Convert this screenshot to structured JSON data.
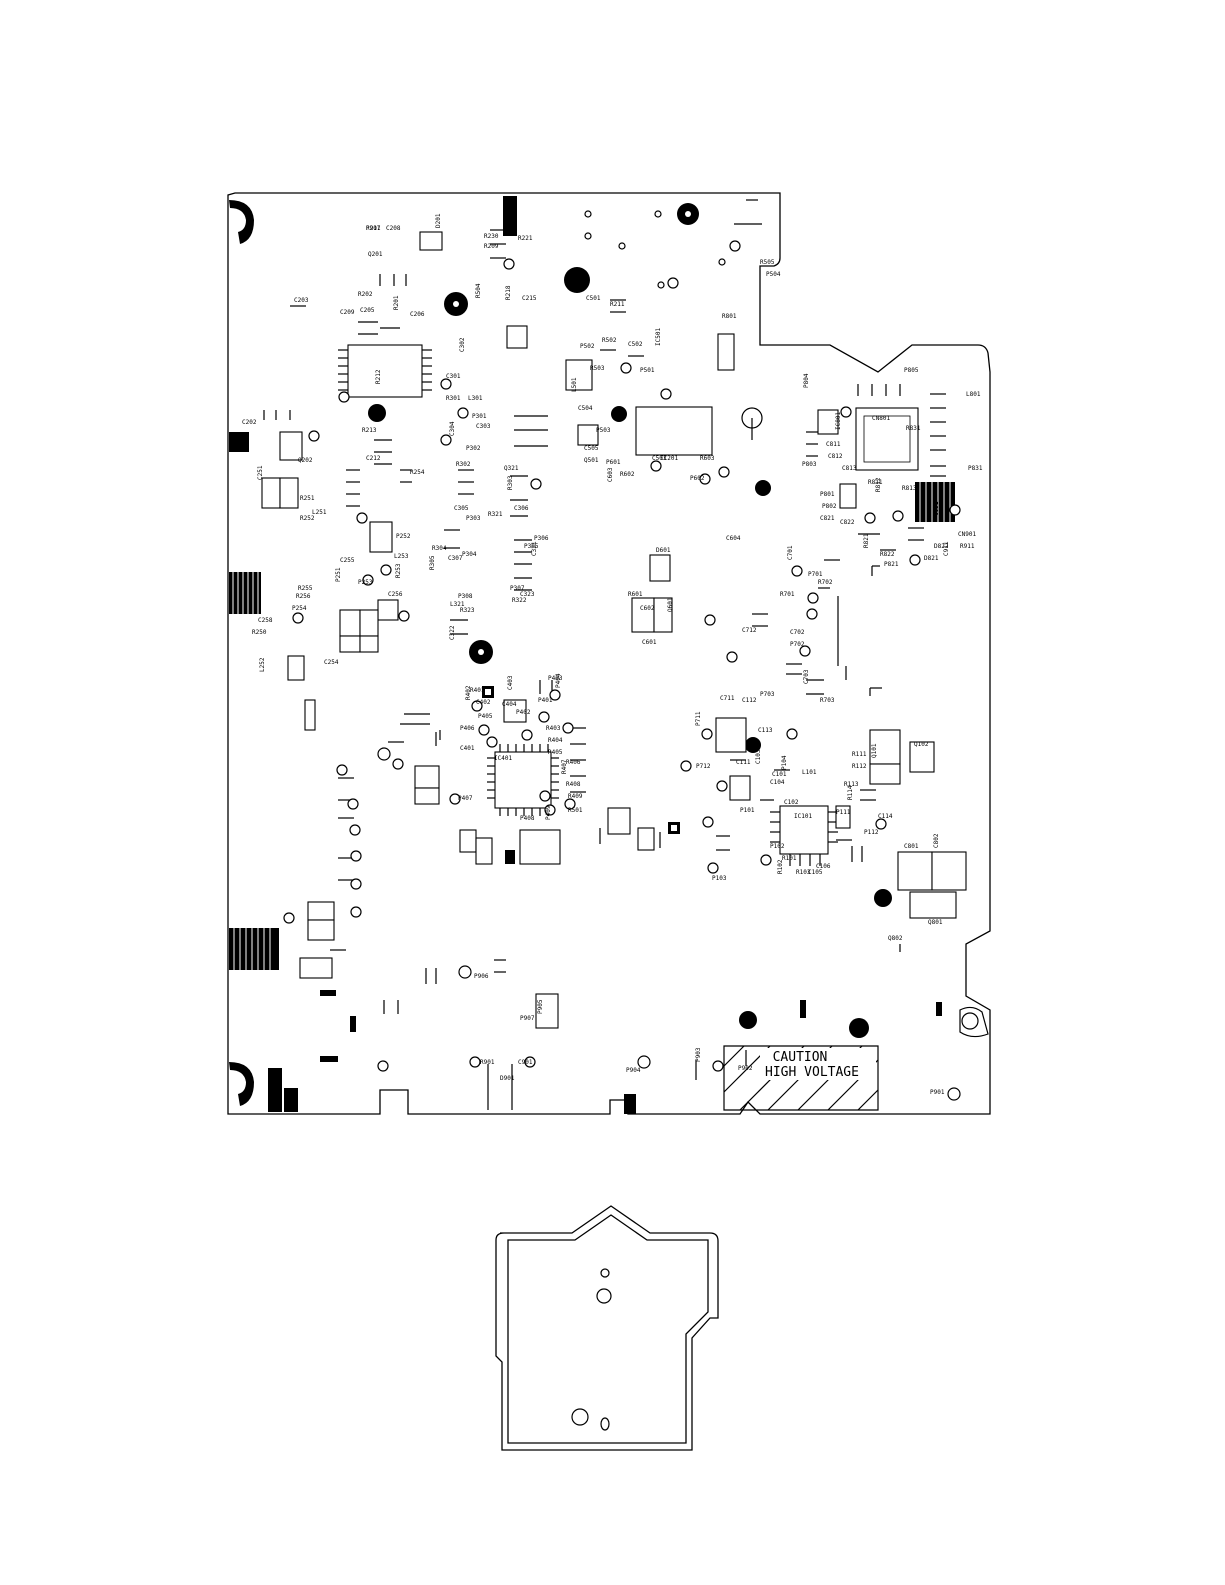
{
  "caution": {
    "line1": "CAUTION",
    "line2": "HIGH VOLTAGE"
  },
  "labels": {
    "main": [
      "R207",
      "C208",
      "D201",
      "Q201",
      "R230",
      "R209",
      "R221",
      "R218",
      "C215",
      "R211",
      "C203",
      "R202",
      "R201",
      "C206",
      "C205",
      "IC201",
      "C209",
      "R212",
      "C202",
      "Q202",
      "R213",
      "C212",
      "C251",
      "R251",
      "R252",
      "R254",
      "L251",
      "P251",
      "P252",
      "L253",
      "C255",
      "P253",
      "R253",
      "C258",
      "P254",
      "R255",
      "R256",
      "L252",
      "C254",
      "R250",
      "C256",
      "C301",
      "C302",
      "R301",
      "L301",
      "P301",
      "C303",
      "C304",
      "P302",
      "R302",
      "C305",
      "P303",
      "R303",
      "C306",
      "R304",
      "C307",
      "P304",
      "R305",
      "P305",
      "Q321",
      "R321",
      "P306",
      "C321",
      "P307",
      "R322",
      "P308",
      "R323",
      "C322",
      "L321",
      "C323",
      "IC401",
      "R401",
      "R402",
      "R403",
      "R404",
      "R405",
      "R406",
      "R407",
      "R408",
      "R409",
      "C401",
      "C402",
      "C403",
      "C404",
      "P401",
      "P402",
      "P403",
      "P404",
      "P405",
      "P406",
      "P407",
      "P408",
      "P409",
      "R501",
      "C501",
      "R502",
      "C502",
      "IC501",
      "C503",
      "P501",
      "P502",
      "R503",
      "L501",
      "C504",
      "P503",
      "C505",
      "Q501",
      "R504",
      "R505",
      "P504",
      "R601",
      "C601",
      "Q601",
      "C602",
      "D601",
      "P601",
      "R602",
      "C603",
      "P602",
      "R603",
      "C604",
      "R701",
      "C701",
      "P701",
      "R702",
      "C702",
      "P702",
      "C703",
      "P703",
      "R703",
      "C711",
      "C712",
      "P711",
      "P712",
      "IC101",
      "C101",
      "C102",
      "C103",
      "C104",
      "P101",
      "P102",
      "R101",
      "R102",
      "R103",
      "C105",
      "C106",
      "P103",
      "P104",
      "L101",
      "C111",
      "C112",
      "C113",
      "Q101",
      "Q102",
      "R111",
      "R112",
      "R113",
      "R114",
      "C114",
      "P111",
      "P112",
      "C801",
      "C802",
      "Q801",
      "Q802",
      "R801",
      "CN801",
      "IC801",
      "C811",
      "C812",
      "C813",
      "R811",
      "R812",
      "R813",
      "P801",
      "P802",
      "P803",
      "P804",
      "P805",
      "L801",
      "C821",
      "C822",
      "R821",
      "R822",
      "P821",
      "D821",
      "D822",
      "C831",
      "R831",
      "P831",
      "P901",
      "P902",
      "P903",
      "P904",
      "R901",
      "C901",
      "D901",
      "P905",
      "P906",
      "P907",
      "CN901",
      "R911",
      "C911",
      "P911"
    ]
  }
}
